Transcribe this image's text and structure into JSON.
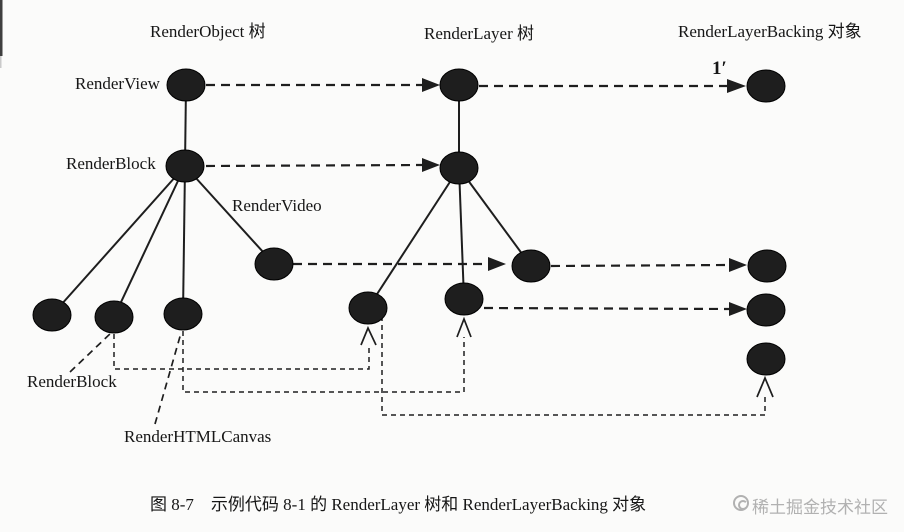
{
  "columns": {
    "render_object_tree": "RenderObject 树",
    "render_layer_tree": "RenderLayer 树",
    "render_layer_backing": "RenderLayerBacking 对象"
  },
  "labels": {
    "render_view": "RenderView",
    "render_block": "RenderBlock",
    "render_video": "RenderVideo",
    "render_block_child": "RenderBlock",
    "render_html_canvas": "RenderHTMLCanvas",
    "backing_index": "1′"
  },
  "caption": "图 8-7　示例代码 8-1 的 RenderLayer 树和 RenderLayerBacking 对象",
  "watermark": {
    "text": "稀土掘金技术社区",
    "icon": "juejin-logo-icon"
  },
  "colors": {
    "paper": "#fbfbfa",
    "ink": "#1e1e1e",
    "text": "#161616",
    "watermark": "#b1b1b1"
  },
  "graph": {
    "render_object_node_count": 6,
    "render_layer_node_count": 5,
    "render_layer_backing_node_count": 4,
    "mappings": [
      "RenderView → RenderLayer root",
      "RenderLayer root → RenderLayerBacking 1′",
      "RenderBlock → RenderLayer child",
      "RenderVideo → RenderLayer video → RenderLayerBacking",
      "RenderBlock child → RenderLayer left → RenderLayerBacking",
      "RenderHTMLCanvas → RenderLayer middle → RenderLayerBacking"
    ]
  }
}
